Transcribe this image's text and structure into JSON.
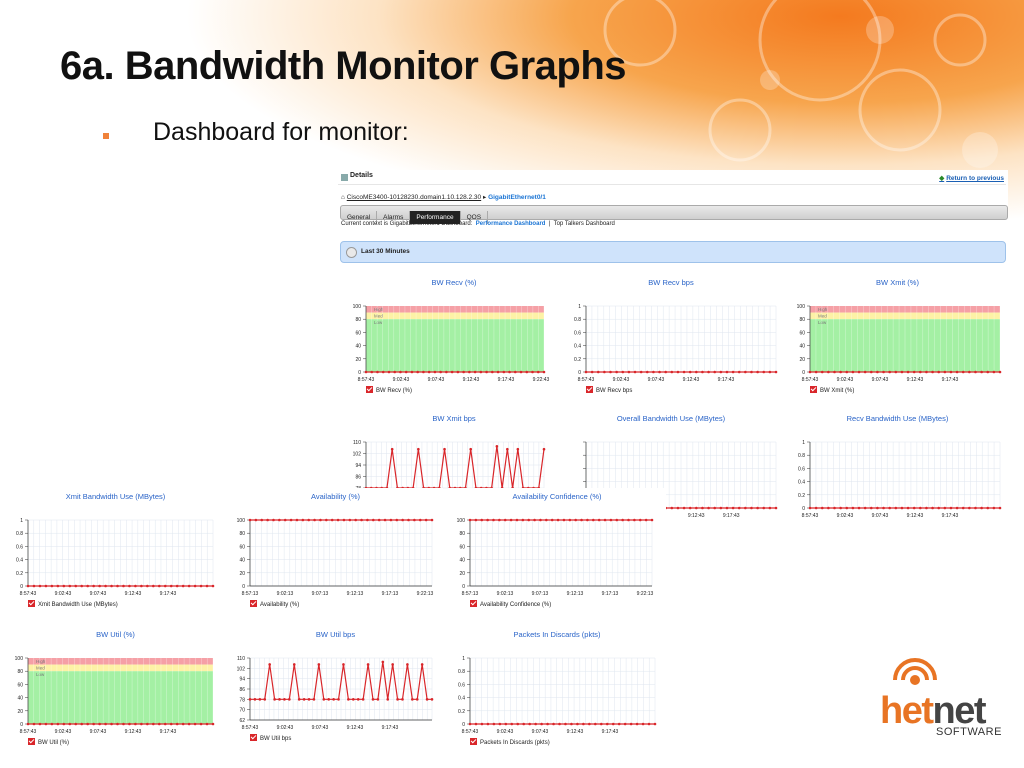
{
  "slide": {
    "title": "6a. Bandwidth Monitor Graphs",
    "bullet": "Dashboard for monitor:"
  },
  "colors": {
    "accent": "#f0823a",
    "link": "#1a74d4",
    "series": "#d9262a",
    "high": "#f5a0a6",
    "med": "#fdf2a6",
    "low": "#a4f0a4"
  },
  "details": {
    "header": "Details",
    "return_link": "Return to previous",
    "breadcrumb_device": "CiscoME3400-10128230.domain1.10.128.2.30",
    "breadcrumb_sep": "▸",
    "breadcrumb_interface": "GigabitEthernet0/1",
    "tabs": [
      "General",
      "Alarms",
      "Performance",
      "QOS"
    ],
    "active_tab": "Performance",
    "context_text": "Current context is GigabitEthernet0/1 Dashboard:",
    "context_link1": "Performance Dashboard",
    "context_sep": "|",
    "context_link2": "Top Talkers Dashboard",
    "time_range": "Last 30 Minutes"
  },
  "chart_data": [
    {
      "type": "area",
      "title": "BW Recv (%)",
      "legend": "BW Recv (%)",
      "ylim": [
        0,
        100
      ],
      "yticks": [
        "0",
        "20",
        "40",
        "60",
        "80",
        "100"
      ],
      "xticks": [
        "8:57:43",
        "9:02:43",
        "9:07:43",
        "9:12:43",
        "9:17:43",
        "9:22:43"
      ],
      "bands": [
        {
          "name": "High",
          "from": 90,
          "to": 100
        },
        {
          "name": "Med",
          "from": 80,
          "to": 90
        },
        {
          "name": "Low",
          "from": 0,
          "to": 80
        }
      ],
      "series": [
        {
          "name": "BW Recv (%)",
          "values": [
            0,
            0,
            0,
            0,
            0,
            0,
            0,
            0,
            0,
            0,
            0,
            0,
            0,
            0,
            0,
            0,
            0,
            0,
            0,
            0,
            0,
            0,
            0,
            0,
            0,
            0,
            0,
            0,
            0,
            0,
            0,
            0
          ]
        }
      ]
    },
    {
      "type": "line",
      "title": "BW Recv bps",
      "legend": "BW Recv bps",
      "ylim": [
        0,
        1
      ],
      "yticks": [
        "0",
        "0.2",
        "0.4",
        "0.6",
        "0.8",
        "1"
      ],
      "xticks": [
        "8:57:43",
        "9:02:43",
        "9:07:43",
        "9:12:43",
        "9:17:43"
      ],
      "series": [
        {
          "name": "BW Recv bps",
          "values": [
            0,
            0,
            0,
            0,
            0,
            0,
            0,
            0,
            0,
            0,
            0,
            0,
            0,
            0,
            0,
            0,
            0,
            0,
            0,
            0,
            0,
            0,
            0,
            0,
            0,
            0,
            0,
            0,
            0,
            0,
            0,
            0
          ]
        }
      ]
    },
    {
      "type": "area",
      "title": "BW Xmit (%)",
      "legend": "BW Xmit (%)",
      "ylim": [
        0,
        100
      ],
      "yticks": [
        "0",
        "20",
        "40",
        "60",
        "80",
        "100"
      ],
      "xticks": [
        "8:57:43",
        "9:02:43",
        "9:07:43",
        "9:12:43",
        "9:17:43"
      ],
      "bands": [
        {
          "name": "High",
          "from": 90,
          "to": 100
        },
        {
          "name": "Med",
          "from": 80,
          "to": 90
        },
        {
          "name": "Low",
          "from": 0,
          "to": 80
        }
      ],
      "series": [
        {
          "name": "BW Xmit (%)",
          "values": [
            0,
            0,
            0,
            0,
            0,
            0,
            0,
            0,
            0,
            0,
            0,
            0,
            0,
            0,
            0,
            0,
            0,
            0,
            0,
            0,
            0,
            0,
            0,
            0,
            0,
            0,
            0,
            0,
            0,
            0,
            0,
            0
          ]
        }
      ]
    },
    {
      "type": "line",
      "title": "BW Xmit bps",
      "legend": "",
      "ylim": [
        78,
        110
      ],
      "yticks": [
        "78",
        "86",
        "94",
        "102",
        "110"
      ],
      "xticks": [],
      "series": [
        {
          "name": "BW Xmit bps",
          "values": [
            78,
            78,
            78,
            78,
            78,
            105,
            78,
            78,
            78,
            78,
            105,
            78,
            78,
            78,
            78,
            105,
            78,
            78,
            78,
            78,
            105,
            78,
            78,
            78,
            78,
            107,
            78,
            105,
            78,
            105,
            78,
            78,
            78,
            78,
            105
          ]
        }
      ]
    },
    {
      "type": "line",
      "title": "Overall Bandwidth Use (MBytes)",
      "legend": "",
      "ylim": [
        0,
        1
      ],
      "yticks": [
        "0",
        "0.2",
        "0.4",
        "0.6",
        "0.8",
        "1"
      ],
      "xticks": [
        "9:12:43",
        "9:17:43"
      ],
      "series": [
        {
          "name": "Overall Bandwidth Use (MBytes)",
          "values": [
            0,
            0,
            0,
            0,
            0,
            0,
            0,
            0,
            0,
            0,
            0,
            0,
            0,
            0,
            0,
            0,
            0,
            0,
            0,
            0,
            0,
            0,
            0,
            0,
            0,
            0,
            0,
            0,
            0,
            0,
            0,
            0
          ]
        }
      ]
    },
    {
      "type": "line",
      "title": "Recv Bandwidth Use (MBytes)",
      "legend": "",
      "ylim": [
        0,
        1
      ],
      "yticks": [
        "0",
        "0.2",
        "0.4",
        "0.6",
        "0.8",
        "1"
      ],
      "xticks": [
        "8:57:43",
        "9:02:43",
        "9:07:43",
        "9:12:43",
        "9:17:43"
      ],
      "series": [
        {
          "name": "Recv Bandwidth Use (MBytes)",
          "values": [
            0,
            0,
            0,
            0,
            0,
            0,
            0,
            0,
            0,
            0,
            0,
            0,
            0,
            0,
            0,
            0,
            0,
            0,
            0,
            0,
            0,
            0,
            0,
            0,
            0,
            0,
            0,
            0,
            0,
            0,
            0,
            0
          ]
        }
      ]
    },
    {
      "type": "line",
      "title": "Xmit Bandwidth Use (MBytes)",
      "legend": "Xmit Bandwidth Use (MBytes)",
      "ylim": [
        0,
        1
      ],
      "yticks": [
        "0",
        "0.2",
        "0.4",
        "0.6",
        "0.8",
        "1"
      ],
      "xticks": [
        "8:57:43",
        "9:02:43",
        "9:07:43",
        "9:12:43",
        "9:17:43"
      ],
      "series": [
        {
          "name": "Xmit Bandwidth Use (MBytes)",
          "values": [
            0,
            0,
            0,
            0,
            0,
            0,
            0,
            0,
            0,
            0,
            0,
            0,
            0,
            0,
            0,
            0,
            0,
            0,
            0,
            0,
            0,
            0,
            0,
            0,
            0,
            0,
            0,
            0,
            0,
            0,
            0,
            0
          ]
        }
      ]
    },
    {
      "type": "line",
      "title": "Availability (%)",
      "legend": "Availability (%)",
      "ylim": [
        0,
        100
      ],
      "yticks": [
        "0",
        "20",
        "40",
        "60",
        "80",
        "100"
      ],
      "xticks": [
        "8:57:13",
        "9:02:13",
        "9:07:13",
        "9:12:13",
        "9:17:13",
        "9:22:13"
      ],
      "series": [
        {
          "name": "Availability (%)",
          "values": [
            100,
            100,
            100,
            100,
            100,
            100,
            100,
            100,
            100,
            100,
            100,
            100,
            100,
            100,
            100,
            100,
            100,
            100,
            100,
            100,
            100,
            100,
            100,
            100,
            100,
            100,
            100,
            100,
            100,
            100,
            100,
            100
          ]
        }
      ]
    },
    {
      "type": "line",
      "title": "Availability Confidence (%)",
      "legend": "Availability Confidence (%)",
      "ylim": [
        0,
        100
      ],
      "yticks": [
        "0",
        "20",
        "40",
        "60",
        "80",
        "100"
      ],
      "xticks": [
        "8:57:13",
        "9:02:13",
        "9:07:13",
        "9:12:13",
        "9:17:13",
        "9:22:13"
      ],
      "series": [
        {
          "name": "Availability Confidence (%)",
          "values": [
            100,
            100,
            100,
            100,
            100,
            100,
            100,
            100,
            100,
            100,
            100,
            100,
            100,
            100,
            100,
            100,
            100,
            100,
            100,
            100,
            100,
            100,
            100,
            100,
            100,
            100,
            100,
            100,
            100,
            100,
            100,
            100
          ]
        }
      ]
    },
    {
      "type": "area",
      "title": "BW Util (%)",
      "legend": "BW Util (%)",
      "ylim": [
        0,
        100
      ],
      "yticks": [
        "0",
        "20",
        "40",
        "60",
        "80",
        "100"
      ],
      "xticks": [
        "8:57:43",
        "9:02:43",
        "9:07:43",
        "9:12:43",
        "9:17:43"
      ],
      "bands": [
        {
          "name": "High",
          "from": 90,
          "to": 100
        },
        {
          "name": "Med",
          "from": 80,
          "to": 90
        },
        {
          "name": "Low",
          "from": 0,
          "to": 80
        }
      ],
      "series": [
        {
          "name": "BW Util (%)",
          "values": [
            0,
            0,
            0,
            0,
            0,
            0,
            0,
            0,
            0,
            0,
            0,
            0,
            0,
            0,
            0,
            0,
            0,
            0,
            0,
            0,
            0,
            0,
            0,
            0,
            0,
            0,
            0,
            0,
            0,
            0,
            0,
            0
          ]
        }
      ]
    },
    {
      "type": "line",
      "title": "BW Util bps",
      "legend": "BW Util bps",
      "ylim": [
        62,
        110
      ],
      "yticks": [
        "62",
        "70",
        "78",
        "86",
        "94",
        "102",
        "110"
      ],
      "xticks": [
        "8:57:43",
        "9:02:43",
        "9:07:43",
        "9:12:43",
        "9:17:43"
      ],
      "series": [
        {
          "name": "BW Util bps",
          "values": [
            78,
            78,
            78,
            78,
            105,
            78,
            78,
            78,
            78,
            105,
            78,
            78,
            78,
            78,
            105,
            78,
            78,
            78,
            78,
            105,
            78,
            78,
            78,
            78,
            105,
            78,
            78,
            107,
            78,
            105,
            78,
            78,
            105,
            78,
            78,
            105,
            78,
            78
          ]
        }
      ]
    },
    {
      "type": "line",
      "title": "Packets In Discards (pkts)",
      "legend": "Packets In Discards (pkts)",
      "ylim": [
        0,
        1
      ],
      "yticks": [
        "0",
        "0.2",
        "0.4",
        "0.6",
        "0.8",
        "1"
      ],
      "xticks": [
        "8:57:43",
        "9:02:43",
        "9:07:43",
        "9:12:43",
        "9:17:43"
      ],
      "series": [
        {
          "name": "Packets In Discards (pkts)",
          "values": [
            0,
            0,
            0,
            0,
            0,
            0,
            0,
            0,
            0,
            0,
            0,
            0,
            0,
            0,
            0,
            0,
            0,
            0,
            0,
            0,
            0,
            0,
            0,
            0,
            0,
            0,
            0,
            0,
            0,
            0,
            0,
            0
          ]
        }
      ]
    }
  ],
  "logo": {
    "text_a": "het",
    "text_b": "net",
    "sub": "SOFTWARE"
  }
}
